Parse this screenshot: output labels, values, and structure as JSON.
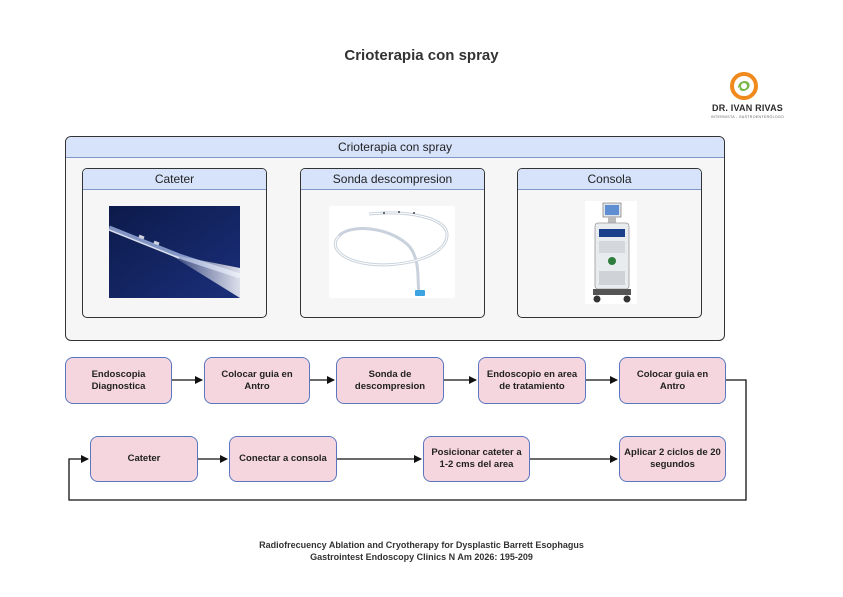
{
  "title": "Crioterapia con spray",
  "logo": {
    "name": "DR. IVAN RIVAS",
    "subtitle": "INTERNISTA - GASTROENTERÓLOGO"
  },
  "panel": {
    "title": "Crioterapia con spray",
    "cards": [
      {
        "label": "Cateter",
        "image": "catheter-photo"
      },
      {
        "label": "Sonda descompresion",
        "image": "decompression-tube-photo"
      },
      {
        "label": "Consola",
        "image": "cryo-console-photo"
      }
    ]
  },
  "flow": {
    "row1": [
      "Endoscopia Diagnostica",
      "Colocar guia en Antro",
      "Sonda de descompresion",
      "Endoscopio en area de tratamiento",
      "Colocar guia en Antro"
    ],
    "row2": [
      "Cateter",
      "Conectar a consola",
      "Posicionar cateter a 1-2 cms del area",
      "Aplicar 2 ciclos de 20 segundos"
    ]
  },
  "reference": {
    "line1": "Radiofrecuency Ablation and Cryotherapy for Dysplastic Barrett Esophagus",
    "line2": "Gastrointest Endoscopy Clinics N Am 2026: 195-209"
  },
  "colors": {
    "header": "#d6e3fb",
    "step_fill": "#f5d6df",
    "step_border": "#5a76bf",
    "logo_orange": "#f08a1c",
    "logo_green": "#7ab648"
  }
}
